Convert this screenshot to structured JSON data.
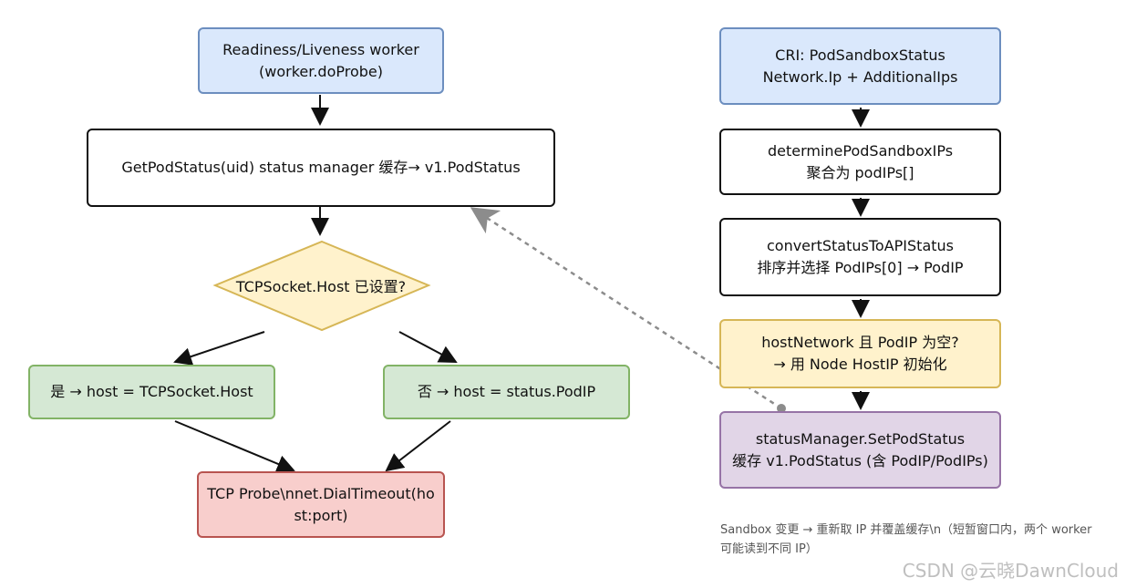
{
  "nodes": {
    "readiness_worker": [
      "Readiness/Liveness worker",
      "(worker.doProbe)"
    ],
    "get_pod_status": [
      "GetPodStatus(uid) status manager 缓存→ v1.PodStatus"
    ],
    "decision": "TCPSocket.Host 已设置?",
    "branch_yes": [
      "是 → host = TCPSocket.Host"
    ],
    "branch_no": [
      "否 → host = status.PodIP"
    ],
    "tcp_probe": [
      "TCP Probe\\nnet.DialTimeout(host:port)"
    ],
    "cri_status": [
      "CRI: PodSandboxStatus",
      "Network.Ip + AdditionalIps"
    ],
    "determine_ips": [
      "determinePodSandboxIPs",
      "聚合为 podIPs[]"
    ],
    "convert_status": [
      "convertStatusToAPIStatus",
      "排序并选择 PodIPs[0] → PodIP"
    ],
    "host_network": [
      "hostNetwork 且 PodIP 为空?",
      "→ 用 Node HostIP 初始化"
    ],
    "set_pod_status": [
      "statusManager.SetPodStatus",
      "缓存 v1.PodStatus (含 PodIP/PodIPs)"
    ]
  },
  "note": "Sandbox 变更 → 重新取 IP 并覆盖缓存\\n（短暂窗口内，两个 worker 可能读到不同 IP）",
  "watermark": "CSDN @云晓DawnCloud",
  "colors": {
    "blue_fill": "#dae8fc",
    "blue_stroke": "#6c8ebf",
    "green_fill": "#d5e8d4",
    "green_stroke": "#82b366",
    "red_fill": "#f8cecc",
    "red_stroke": "#b85450",
    "yellow_fill": "#fff2cc",
    "yellow_stroke": "#d6b656",
    "purple_fill": "#e1d5e7",
    "purple_stroke": "#9673a6",
    "arrow": "#111111",
    "dashed_arrow": "#8c8c8c"
  }
}
